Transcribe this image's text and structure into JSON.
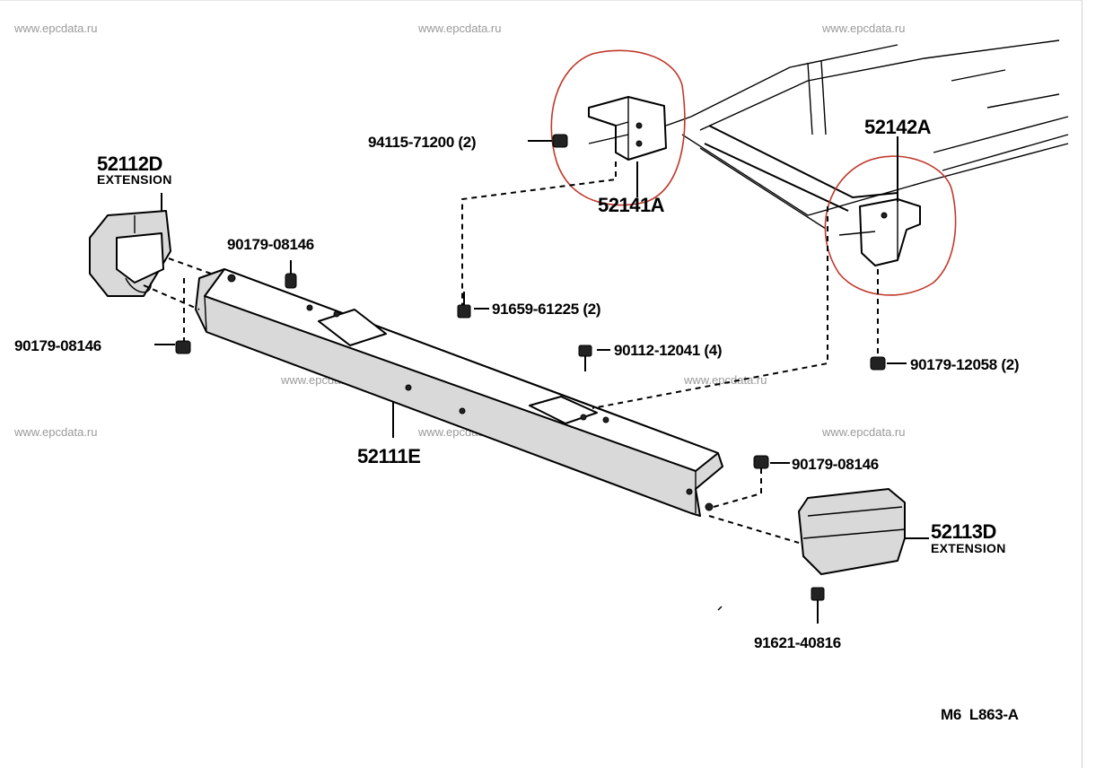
{
  "watermarks": [
    "www.epcdata.ru",
    "www.epcdata.ru",
    "www.epcdata.ru",
    "www.epcdata.ru",
    "www.epcdata.ru",
    "www.epcdata.ru",
    "www.epcdata.ru",
    "www.epcdata.ru"
  ],
  "labels": {
    "p94115": "94115-71200 (2)",
    "p52141A": "52141A",
    "p52142A": "52142A",
    "p52112D": "52112D",
    "p52112D_ext": "EXTENSION",
    "p90179_top": "90179-08146",
    "p91659": "91659-61225 (2)",
    "p90179_left": "90179-08146",
    "p90112": "90112-12041 (4)",
    "p90179_12058": "90179-12058 (2)",
    "p52111E": "52111E",
    "p90179_right": "90179-08146",
    "p52113D": "52113D",
    "p52113D_ext": "EXTENSION",
    "p91621": "91621-40816",
    "code": "M6  L863-A"
  },
  "annotation_color": "#c0392b"
}
